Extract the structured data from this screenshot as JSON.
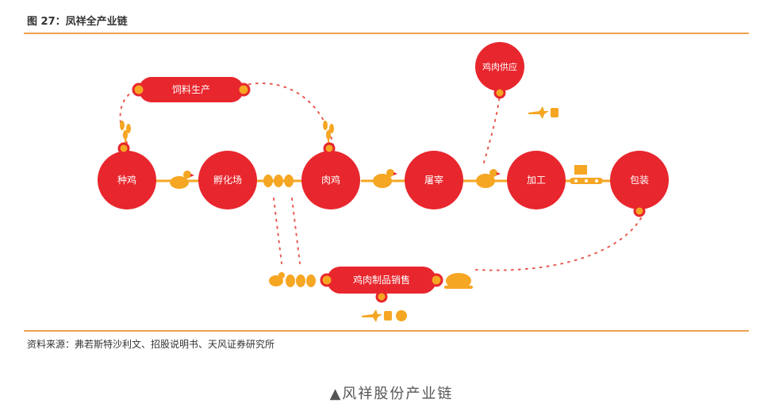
{
  "header": {
    "title": "图 27：凤祥全产业链"
  },
  "nodes": {
    "breeder": "种鸡",
    "hatchery": "孵化场",
    "broiler": "肉鸡",
    "slaughter": "屠宰",
    "processing": "加工",
    "packaging": "包装",
    "chicken_supply": "鸡肉供应"
  },
  "pills": {
    "feed": "饲料生产",
    "sales": "鸡肉制品销售"
  },
  "footer": {
    "source": "资料来源：弗若斯特沙利文、招股说明书、天风证券研究所"
  },
  "caption": "▲风祥股份产业链",
  "colors": {
    "node_red": "#e8262d",
    "accent_orange": "#f5a623",
    "rule_orange": "#f0a24e",
    "arrow_red": "#e85a50"
  }
}
